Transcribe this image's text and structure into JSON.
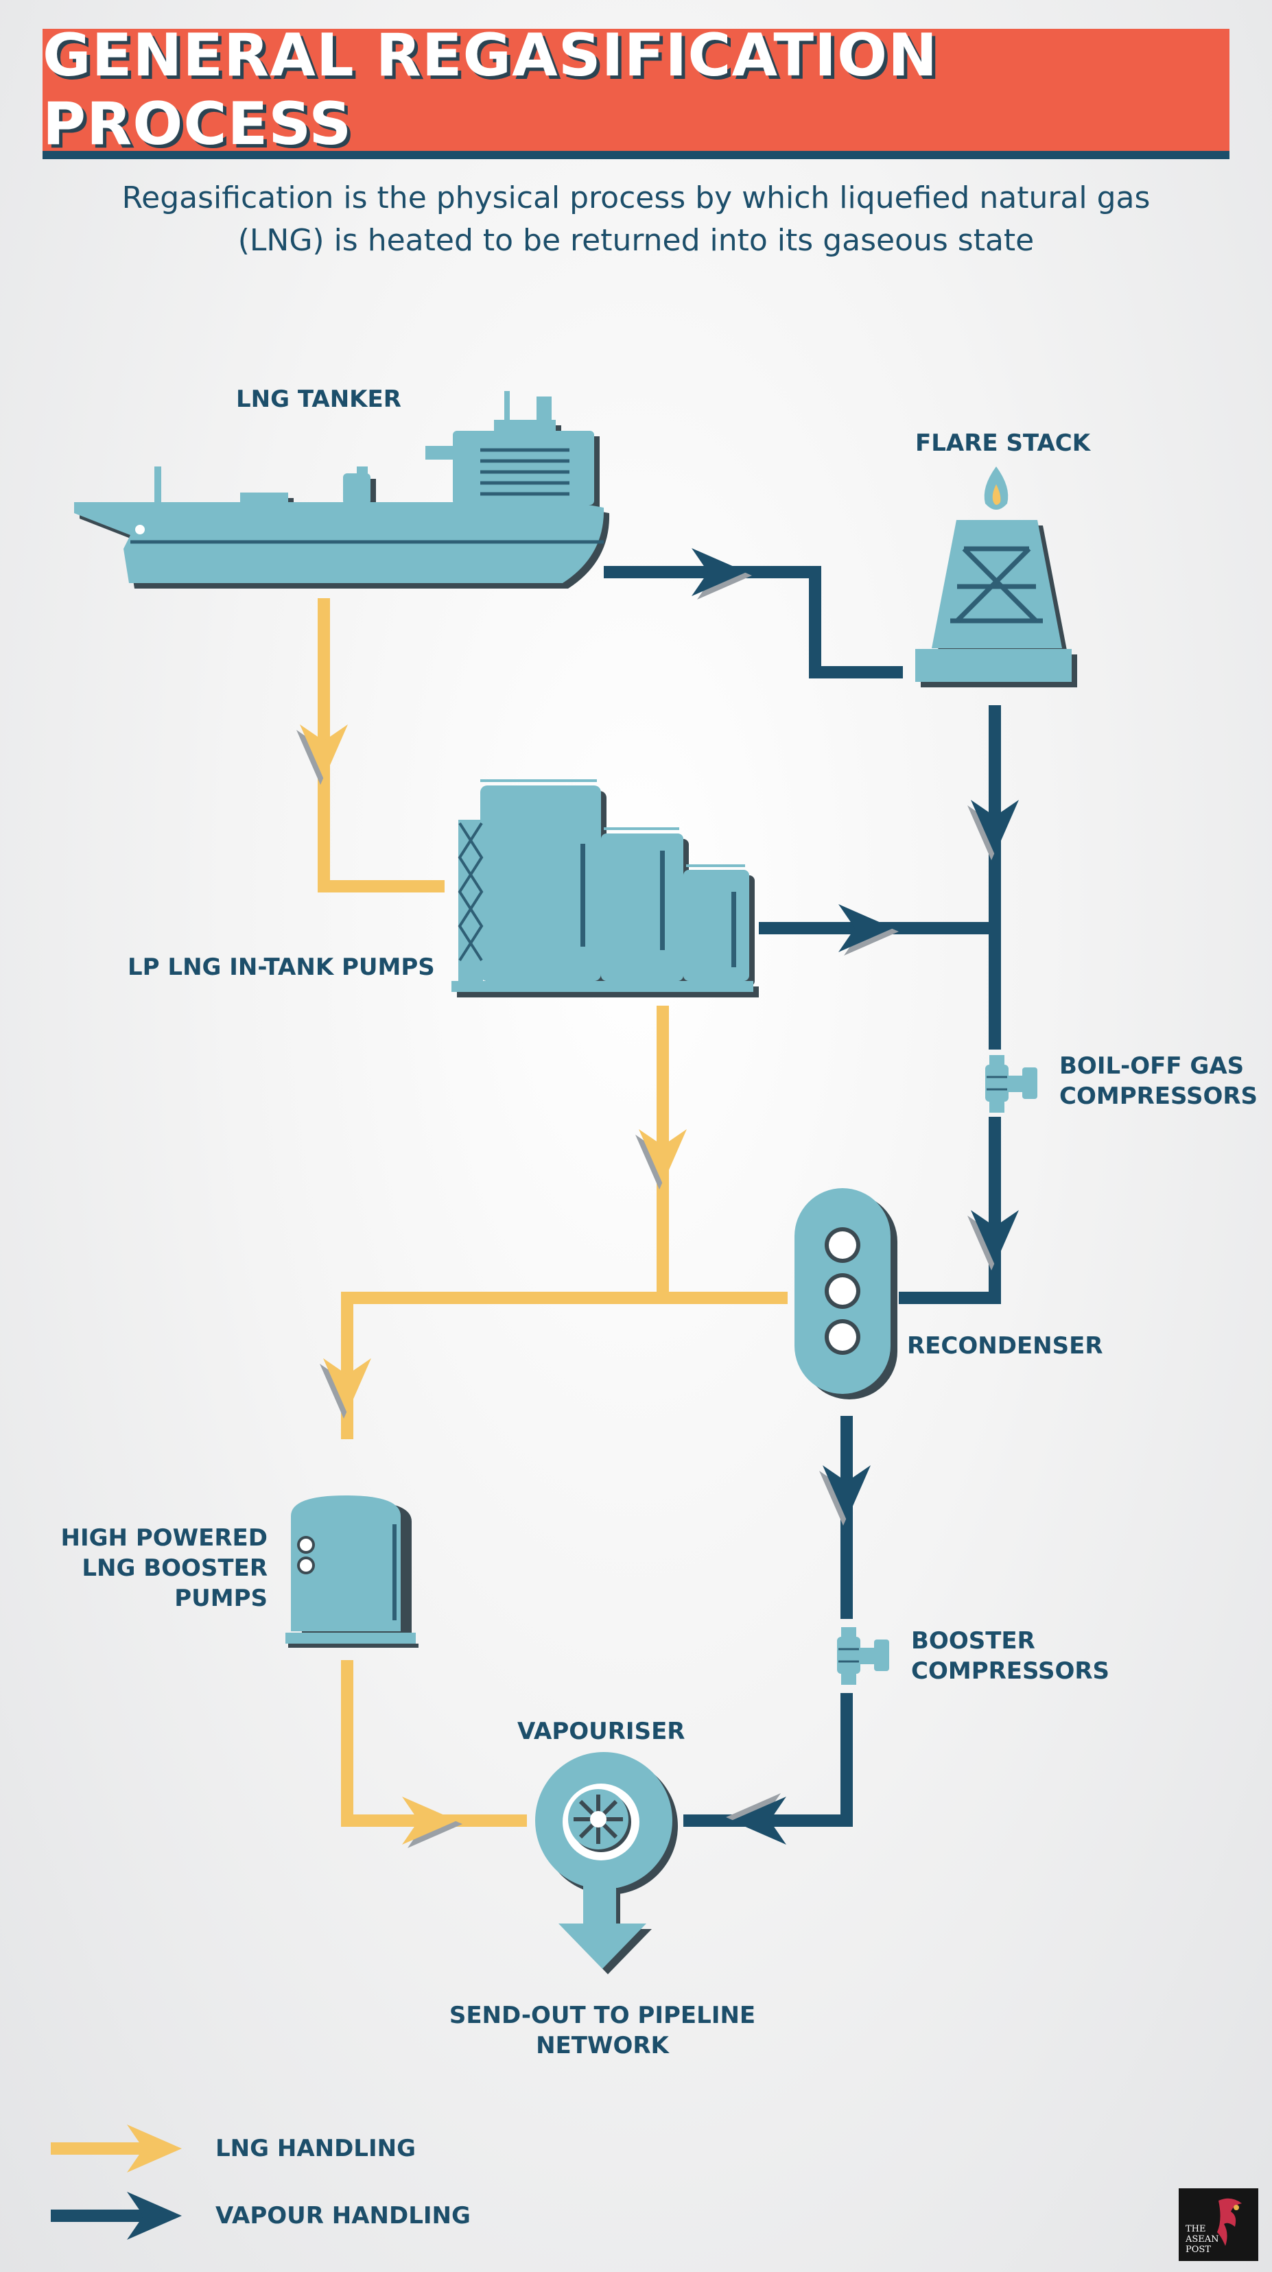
{
  "header": {
    "title": "GENERAL REGASIFICATION PROCESS",
    "subtitle_line1": "Regasification is the physical process by which liquefied natural gas",
    "subtitle_line2": "(LNG) is heated to be returned into its gaseous state"
  },
  "nodes": {
    "lng_tanker": "LNG TANKER",
    "flare_stack": "FLARE STACK",
    "in_tank_pumps": "LP LNG IN-TANK PUMPS",
    "boil_off_line1": "BOIL-OFF GAS",
    "boil_off_line2": "COMPRESSORS",
    "recondenser": "RECONDENSER",
    "booster_pumps_line1": "HIGH POWERED",
    "booster_pumps_line2": "LNG BOOSTER",
    "booster_pumps_line3": "PUMPS",
    "booster_comp_line1": "BOOSTER",
    "booster_comp_line2": "COMPRESSORS",
    "vapouriser": "VAPOURISER",
    "sendout_line1": "SEND-OUT TO PIPELINE",
    "sendout_line2": "NETWORK"
  },
  "legend": {
    "lng": "LNG HANDLING",
    "vapour": "VAPOUR HANDLING"
  },
  "logo": {
    "line1": "THE",
    "line2": "ASEAN",
    "line3": "POST"
  },
  "colors": {
    "banner": "#ef5f48",
    "navy": "#1c4e6a",
    "lng_line": "#f5c462",
    "equipment": "#7bbcc9",
    "shadow": "#3b4a52"
  },
  "icons": [
    "ship-icon",
    "flare-tower-icon",
    "storage-tanks-icon",
    "compressor-icon",
    "recondenser-icon",
    "pump-tank-icon",
    "vapouriser-icon",
    "arrow-icon",
    "bird-logo-icon"
  ]
}
